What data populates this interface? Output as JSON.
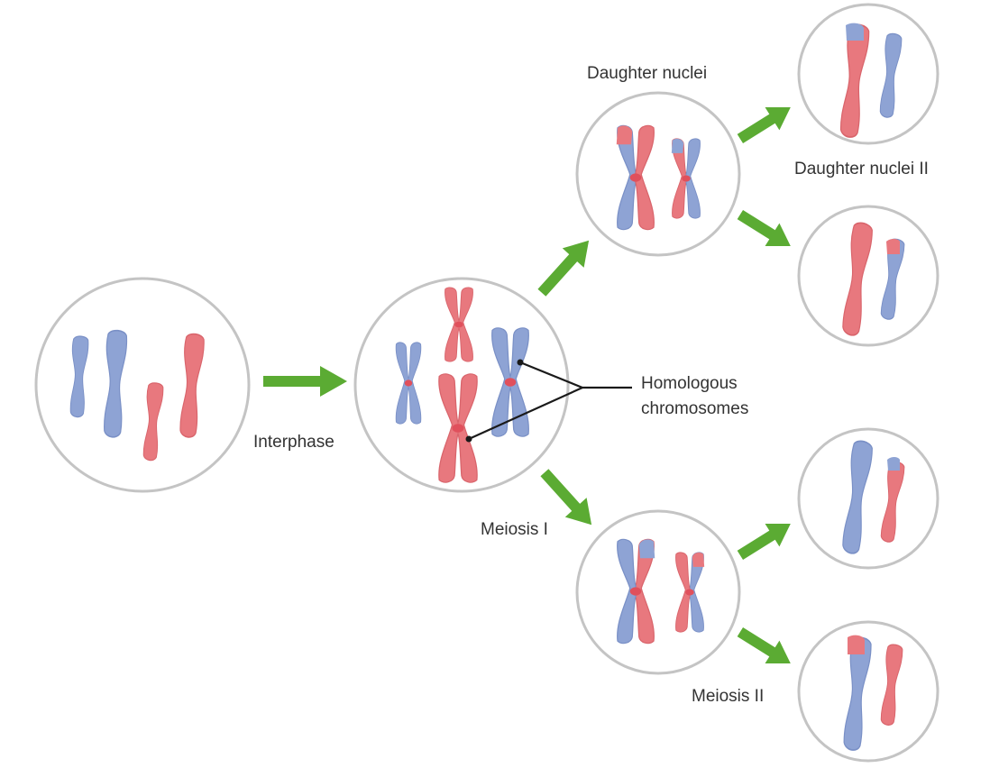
{
  "labels": {
    "interphase": "Interphase",
    "meiosis_1": "Meiosis I",
    "meiosis_2": "Meiosis II",
    "daughter_nuclei": "Daughter nuclei",
    "daughter_nuclei_2": "Daughter nuclei II",
    "homologous_line1": "Homologous",
    "homologous_line2": "chromosomes"
  },
  "colors": {
    "maternal_chromosome": "#e8787e",
    "paternal_chromosome": "#8ea3d4",
    "centromere": "#e0505c",
    "arrow": "#5bab33",
    "cell_outline": "#c4c4c4",
    "leader_line": "#1a1a1a"
  }
}
